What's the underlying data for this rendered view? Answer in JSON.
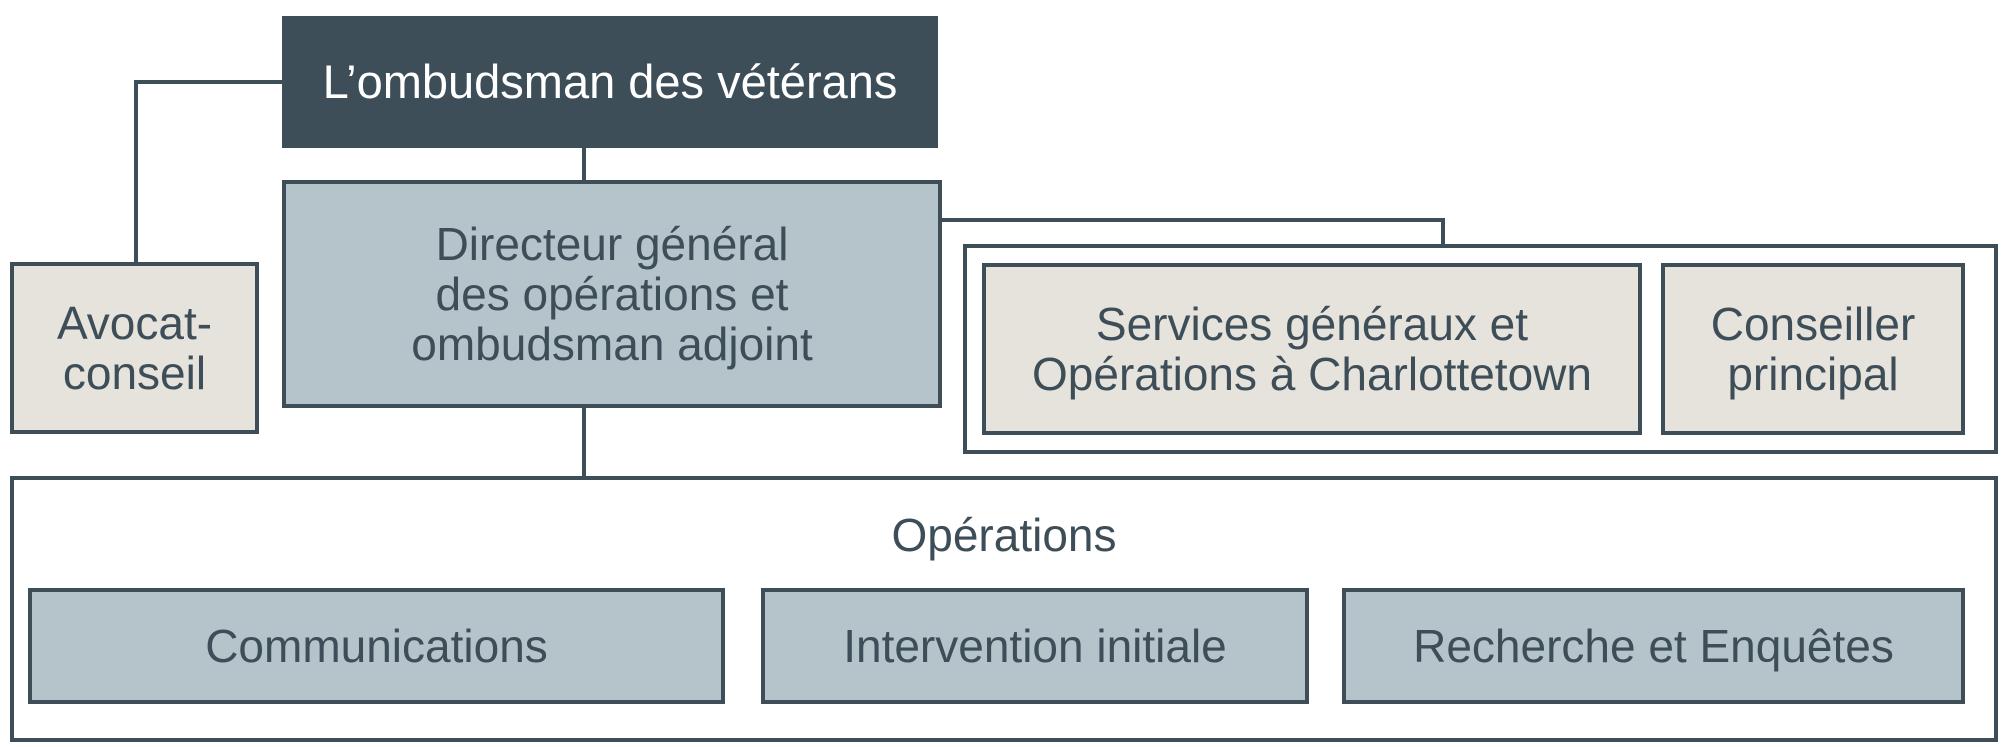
{
  "org_chart": {
    "ombudsman": "L’ombudsman des vétérans",
    "director": "Directeur général\ndes opérations et\nombudsman adjoint",
    "legal_counsel": "Avocat-\nconseil",
    "corporate_services": "Services généraux et\nOpérations à Charlottetown",
    "senior_advisor": "Conseiller\nprincipal",
    "operations": {
      "title": "Opérations",
      "units": [
        "Communications",
        "Intervention initiale",
        "Recherche et Enquêtes"
      ]
    }
  },
  "colors": {
    "dark": "#3d4e58",
    "blue": "#b5c3cb",
    "beige": "#e6e2dc",
    "line": "#3d4e58"
  }
}
